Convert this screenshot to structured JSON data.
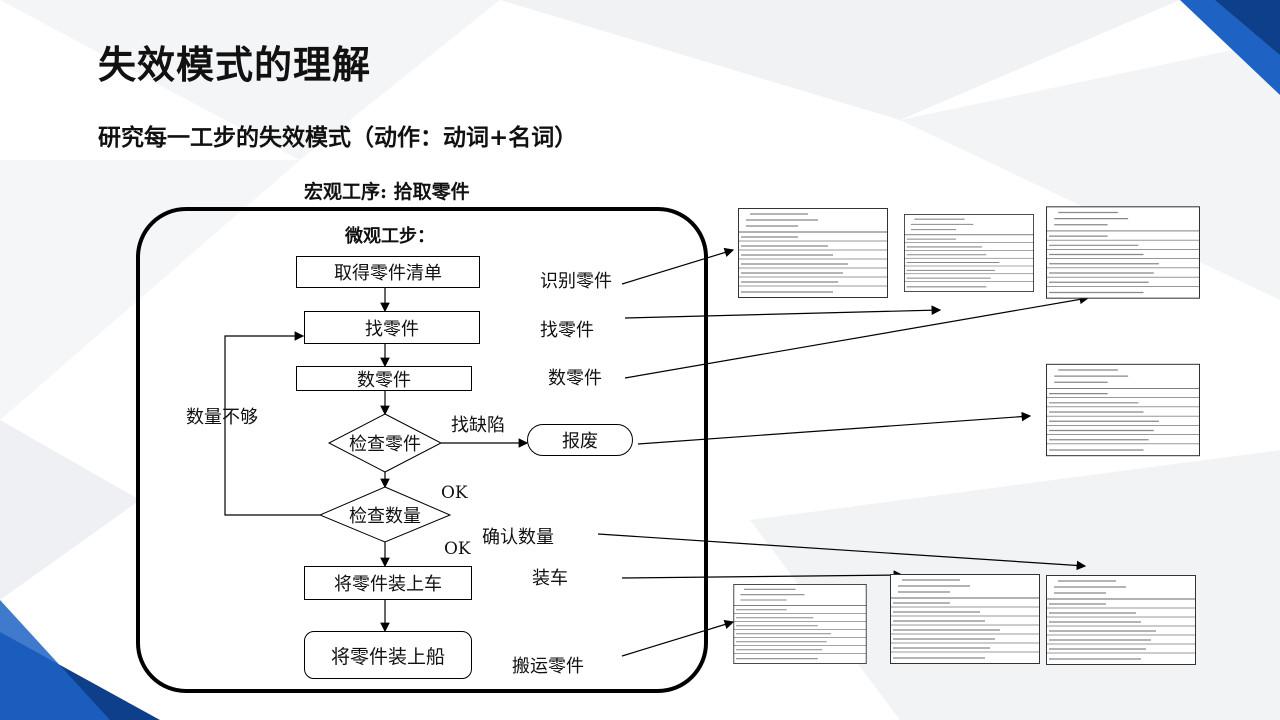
{
  "slide": {
    "title": "失效模式的理解",
    "subtitle": "研究每一工步的失效模式（动作：动词+名词）",
    "macro_process": "宏观工序: 拾取零件",
    "micro_steps_title": "微观工步："
  },
  "flow": {
    "steps": [
      "取得零件清单",
      "找零件",
      "数零件",
      "检查零件",
      "检查数量",
      "将零件装上车",
      "将零件装上船"
    ],
    "scrap": "报废",
    "labels": {
      "not_enough": "数量不够",
      "find_defect": "找缺陷",
      "ok_top": "OK",
      "ok_bottom": "OK"
    }
  },
  "annotations": [
    "识别零件",
    "找零件",
    "数零件",
    "确认数量",
    "装车",
    "搬运零件"
  ],
  "colors": {
    "accent_blue": "#1e63c4",
    "dark_blue": "#0d3f8a",
    "line": "#000000"
  }
}
